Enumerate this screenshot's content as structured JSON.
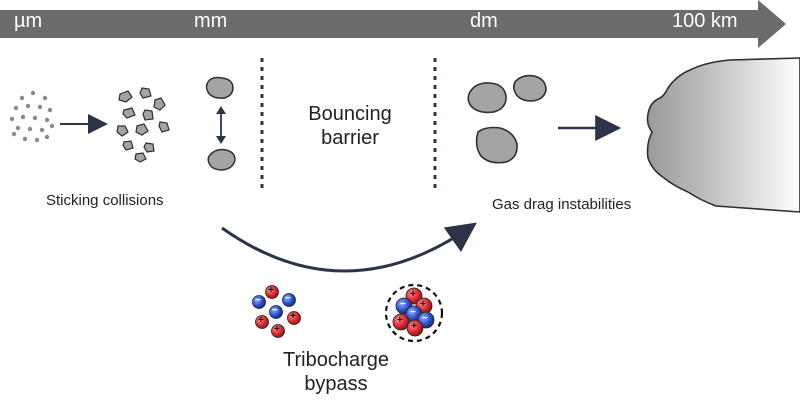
{
  "scale_bar": {
    "ticks": [
      "µm",
      "mm",
      "dm",
      "100 km"
    ]
  },
  "labels": {
    "sticking": "Sticking collisions",
    "bouncing_line1": "Bouncing",
    "bouncing_line2": "barrier",
    "gas_drag": "Gas drag instabilities",
    "tribo_line1": "Tribocharge",
    "tribo_line2": "bypass"
  },
  "charges": {
    "positive": "+",
    "negative": "−"
  },
  "colors": {
    "scale_bar": "#6b6b6b",
    "grain_fill": "#a4a4a4",
    "grain_stroke": "#2f2f2f",
    "arrow": "#2c3448",
    "barrier_line": "#2c3448",
    "positive": "#d8262f",
    "negative": "#2d4fc9"
  }
}
